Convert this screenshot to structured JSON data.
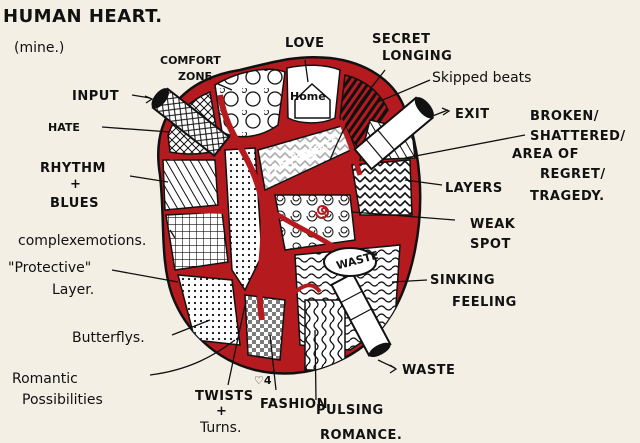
{
  "title": "HUMAN HEART.",
  "subtitle": "(mine.)",
  "labels": {
    "input": "INPUT",
    "hate": "HATE",
    "rhythm": "RHYTHM",
    "plus": "+",
    "blues": "BLUES",
    "complex": "complexemotions.",
    "protective": "\"Protective\"",
    "layer": "Layer.",
    "butterflys": "Butterflys.",
    "romantic": "Romantic",
    "possibilities": "Possibilities",
    "twists": "TWISTS",
    "turns": "Turns.",
    "fashion": "FASHION",
    "pulsing": "PULSING",
    "romance": "ROMANCE.",
    "waste_out": "WASTE",
    "sinking": "SINKING",
    "feeling": "FEELING",
    "weak": "WEAK",
    "spot": "SPOT",
    "layers": "LAYERS",
    "broken": "BROKEN/",
    "shattered": "SHATTERED/",
    "area_of": "AREA OF",
    "regret": "REGRET/",
    "tragedy": "TRAGEDY.",
    "exit": "EXIT",
    "skipped": "Skipped beats",
    "secret": "SECRET",
    "longing": "LONGING",
    "love": "LOVE",
    "comfort": "COMFORT",
    "zone": "ZONE",
    "home": "Home",
    "waste_inner": "WASTE",
    "please": "PLEASE",
    "heart_tag": "♡4"
  },
  "colors": {
    "paper": "#f4efe4",
    "ink": "#111111",
    "heart_red": "#b51a1e"
  }
}
